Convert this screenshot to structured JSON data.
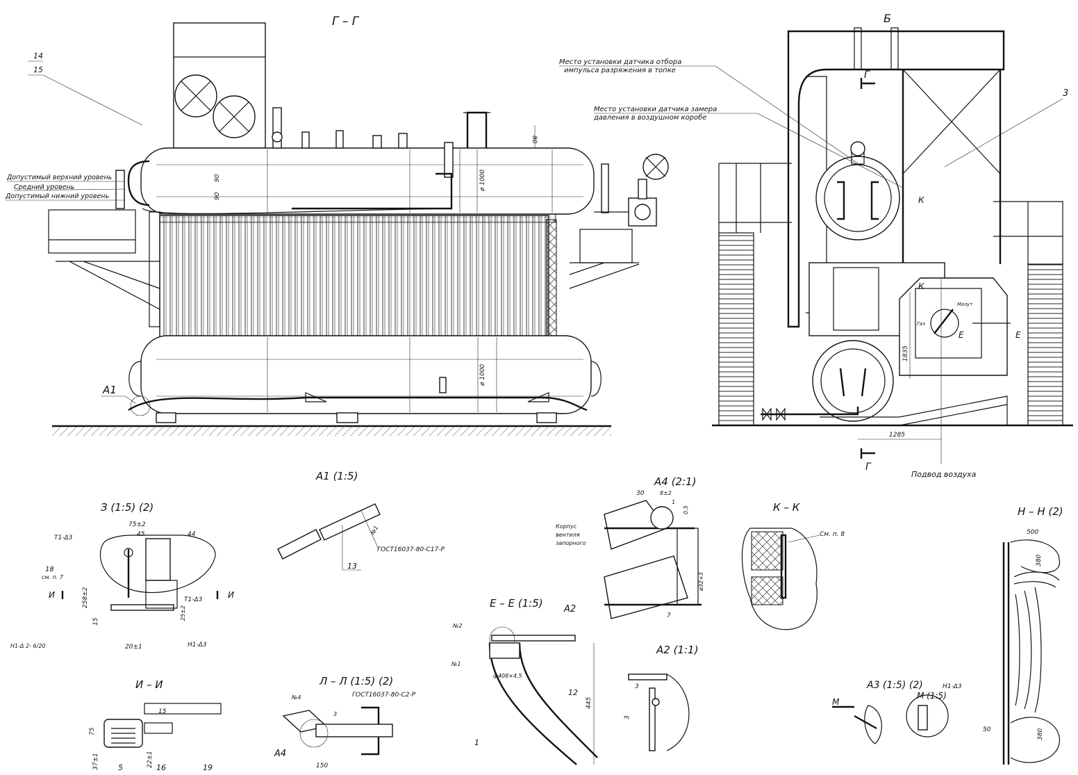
{
  "views": {
    "main_section": "Г – Г",
    "side_view": "Б",
    "section_marker": "Г"
  },
  "main_view": {
    "level_upper": "Допустимый верхний уровень",
    "level_middle": "Средний уровень",
    "level_lower": "Допустимый нижний уровень",
    "pos_14": "14",
    "pos_15": "15",
    "dim_90a": "90",
    "dim_90b": "90",
    "dim_80": "80",
    "dia_upper": "ø 1000",
    "dia_lower": "ø 1000",
    "callout_a1": "А1"
  },
  "side": {
    "note_vacuum_line1": "Место установки датчика отбора",
    "note_vacuum_line2": "импульса разряжения в топке",
    "note_pressure_line1": "Место установки датчика замера",
    "note_pressure_line2": "давления в воздушном коробе",
    "pos_3": "3",
    "mark_k1": "К",
    "mark_k2": "К",
    "mark_e": "Е",
    "mark_e2": "Е",
    "dim_1835": "1835",
    "dim_1285": "1285",
    "air_supply": "Подвод воздуха",
    "burner_label": "Мазут",
    "burner_label2": "Газ"
  },
  "details": {
    "z_title": "З (1:5) (2)",
    "z_t1": "Т1-Δ3",
    "z_t1b": "Т1-Δ3",
    "z_75": "75±2",
    "z_45": "45",
    "z_44": "44",
    "z_18": "18",
    "z_18note": "см. п. 7",
    "z_258": "258±2",
    "z_15": "15",
    "z_25": "25±2",
    "z_20": "20±1",
    "z_n1a": "Н1-Δ 2- 6/20",
    "z_n1b": "Н1-Δ3",
    "z_i_left": "И",
    "z_i_right": "И",
    "a1_title": "А1 (1:5)",
    "a1_gost": "ГОСТ16037-80-С17-Р",
    "a1_13": "13",
    "a1_n1": "№1",
    "ii_title": "И – И",
    "ii_15": "15",
    "ii_75": "75",
    "ii_37": "37±1",
    "ii_22": "22±1",
    "ii_5": "5",
    "ii_16": "16",
    "ii_19": "19",
    "ll_title": "Л – Л (1:5) (2)",
    "ll_gost": "ГОСТ16037-80-С2-Р",
    "ll_n4": "№4",
    "ll_3": "3",
    "ll_150": "150",
    "ll_a4": "А4",
    "ee_title": "Е – Е (1:5)",
    "ee_a2": "А2",
    "ee_n2": "№2",
    "ee_n1": "№1",
    "ee_pipe": "ф408×4,5",
    "ee_12": "12",
    "ee_445": "445",
    "ee_1": "1",
    "a4_title": "А4 (2:1)",
    "a4_30": "30",
    "a4_8": "8±2",
    "a4_1": "1",
    "a4_05": "0,5",
    "a4_body1": "Корпус",
    "a4_body2": "вентиля",
    "a4_body3": "запорного",
    "a4_dia": "ø32×3",
    "a4_7": "7",
    "a2_title": "А2 (1:1)",
    "a2_3a": "3",
    "a2_3b": "3",
    "kk_title": "К – К",
    "kk_note": "См. п. 8",
    "a3_title": "А3 (1:5) (2)",
    "a3_m": "М",
    "m_title": "М (1:5)",
    "m_n1": "Н1-Δ3",
    "nn_title": "Н – Н (2)",
    "nn_500": "500",
    "nn_380a": "380",
    "nn_380b": "380",
    "nn_50": "50"
  }
}
